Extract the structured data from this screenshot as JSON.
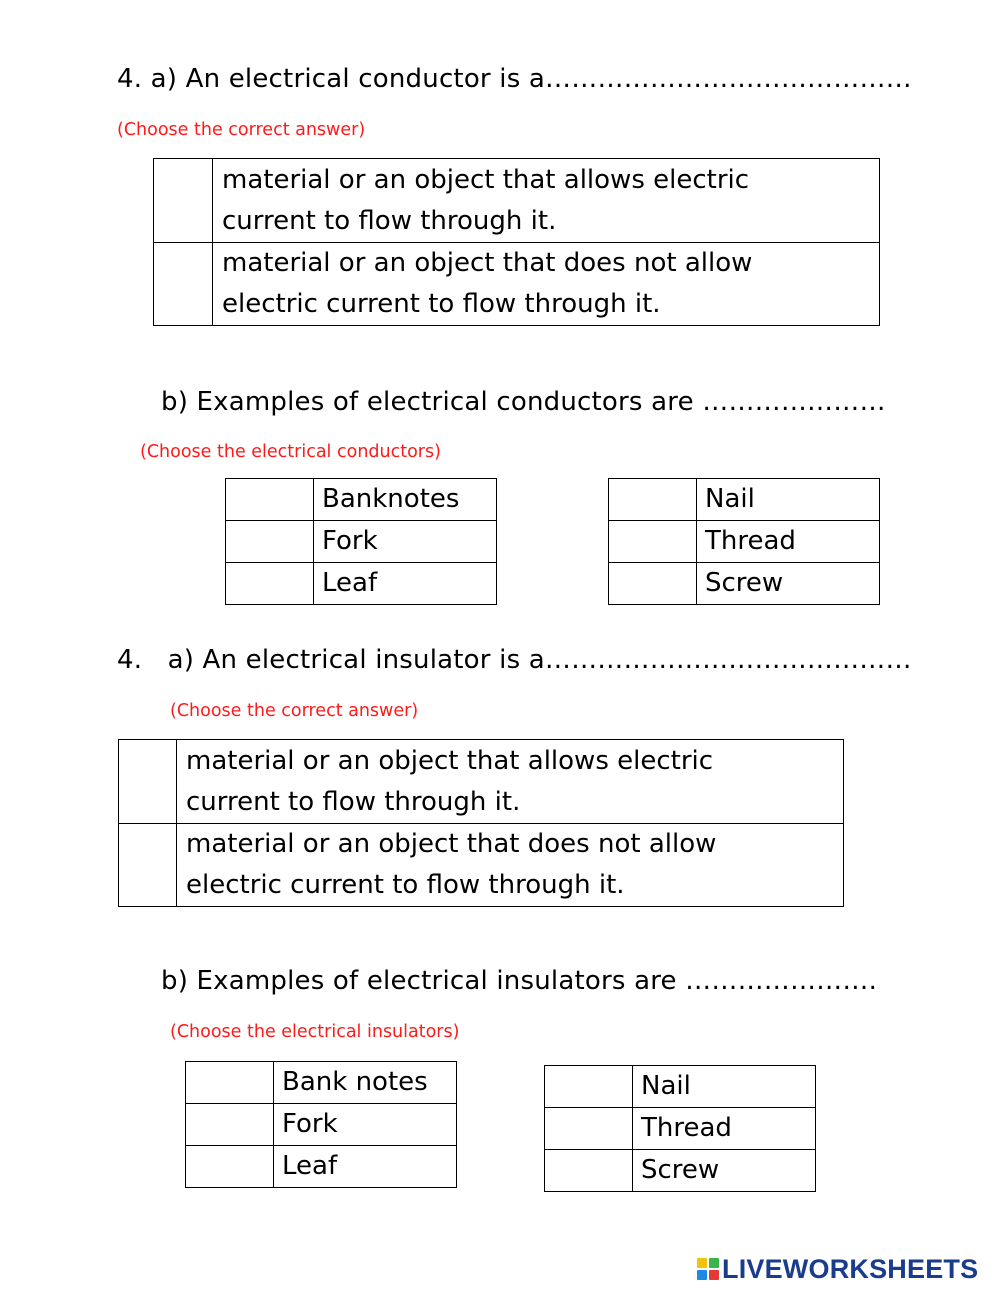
{
  "sections": [
    {
      "question": "4. a) An electrical conductor is a……………………………………",
      "hint": "(Choose the correct answer)",
      "options": [
        "material or an object that allows electric\ncurrent to flow through it.",
        "material or an object that does not allow\nelectric current to flow through it."
      ]
    },
    {
      "question": "b) Examples of electrical conductors are …………………",
      "hint": "(Choose the electrical conductors)",
      "left_items": [
        "Banknotes",
        "Fork",
        "Leaf"
      ],
      "right_items": [
        "Nail",
        "Thread",
        "Screw"
      ]
    },
    {
      "question": "4.   a) An electrical insulator is a……………………………………",
      "hint": "(Choose the correct answer)",
      "options": [
        "material or an object that allows electric\ncurrent to flow through it.",
        "material or an object that does not allow\nelectric current to flow through it."
      ]
    },
    {
      "question": "b) Examples of electrical insulators are ………………….",
      "hint": "(Choose the electrical insulators)",
      "left_items": [
        "Bank notes",
        "Fork",
        "Leaf"
      ],
      "right_items": [
        "Nail",
        "Thread",
        "Screw"
      ]
    }
  ],
  "branding": {
    "text": "LIVEWORKSHEETS",
    "color": "#1a3c8c",
    "mark_colors": [
      "#f4c20d",
      "#3bb54a",
      "#1e88e5",
      "#e53935"
    ]
  },
  "colors": {
    "hint": "#ff1a1a",
    "text": "#000000",
    "border": "#000000"
  }
}
